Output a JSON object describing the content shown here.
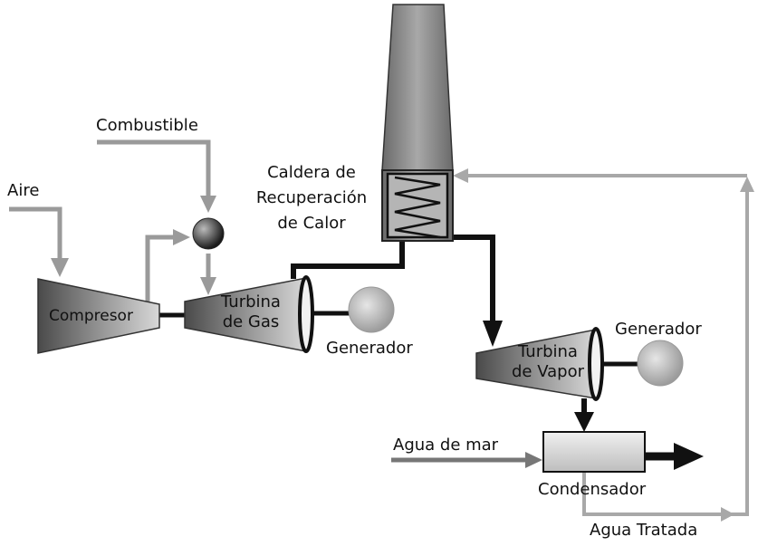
{
  "labels": {
    "aire": "Aire",
    "combustible": "Combustible",
    "compresor": "Compresor",
    "turbina_gas_l1": "Turbina",
    "turbina_gas_l2": "de Gas",
    "generador_1": "Generador",
    "caldera_l1": "Caldera de",
    "caldera_l2": "Recuperación",
    "caldera_l3": "de Calor",
    "generador_2": "Generador",
    "turbina_vapor_l1": "Turbina",
    "turbina_vapor_l2": "de Vapor",
    "agua_de_mar": "Agua de mar",
    "condensador": "Condensador",
    "agua_tratada": "Agua Tratada"
  },
  "colors": {
    "gas_flow": "#111111",
    "water_flow": "#9a9a9a",
    "equipment_dark": "#555555",
    "equipment_light": "#d6d6d6"
  }
}
